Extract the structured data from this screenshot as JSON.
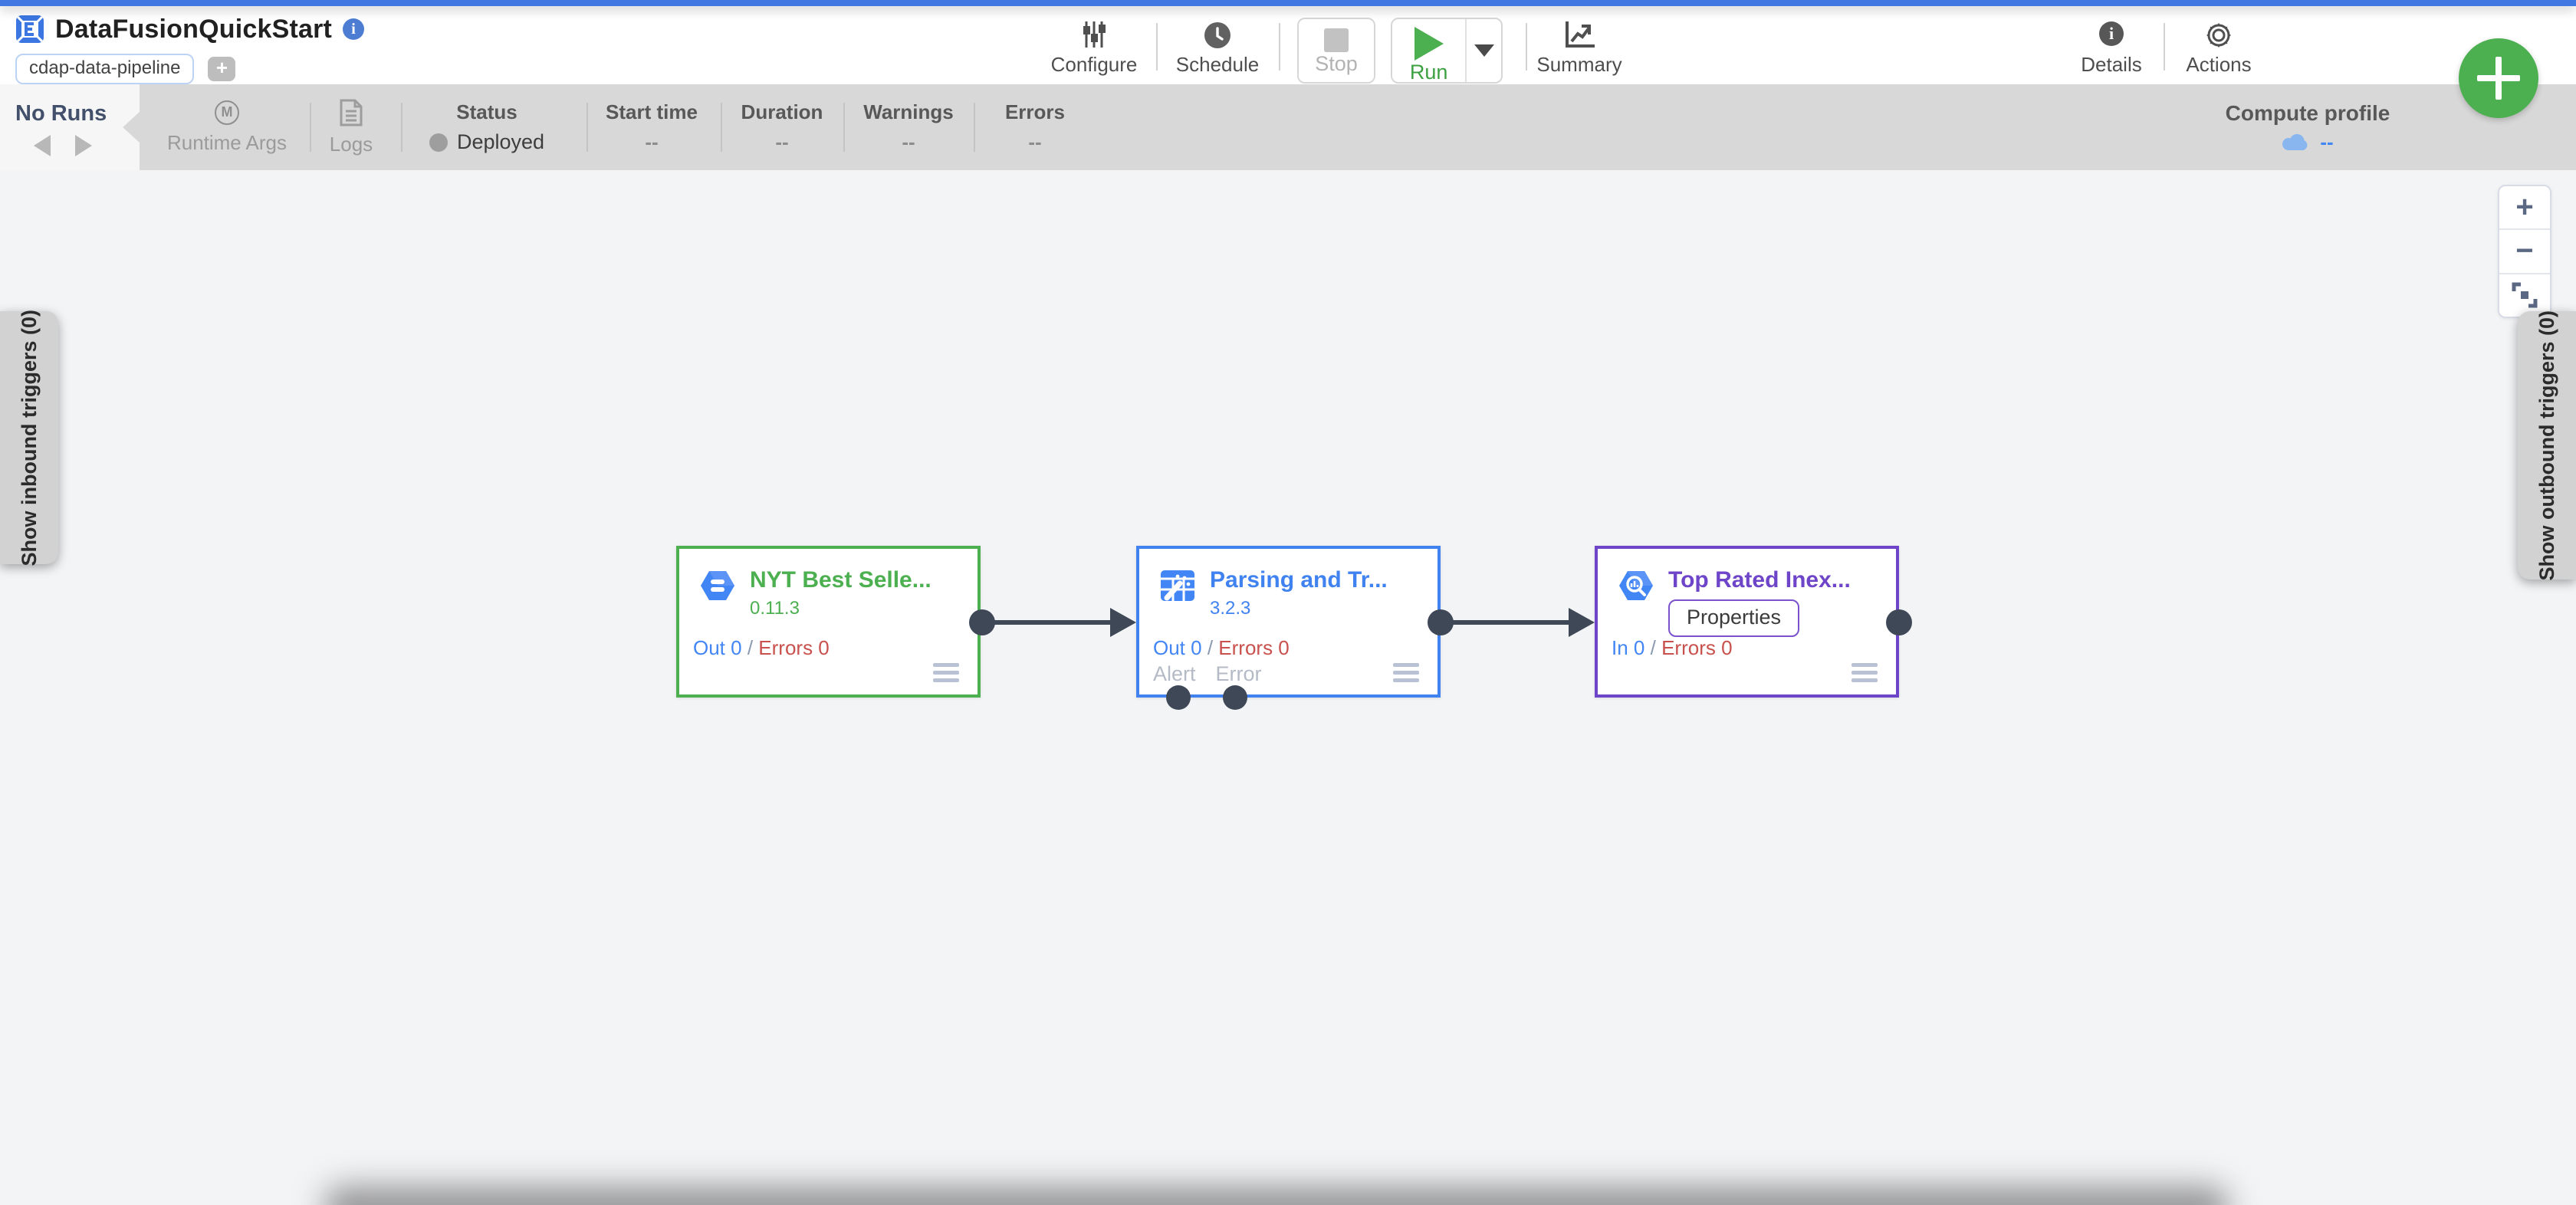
{
  "header": {
    "title": "DataFusionQuickStart",
    "engine_tag": "cdap-data-pipeline",
    "add_tag_label": "+",
    "toolbar": {
      "configure": "Configure",
      "schedule": "Schedule",
      "stop": "Stop",
      "run": "Run",
      "summary": "Summary",
      "details": "Details",
      "actions": "Actions"
    }
  },
  "runs_bar": {
    "no_runs": "No Runs",
    "runtime_args": "Runtime Args",
    "logs": "Logs",
    "status_label": "Status",
    "status_value": "Deployed",
    "metrics": [
      {
        "label": "Start time",
        "value": "--"
      },
      {
        "label": "Duration",
        "value": "--"
      },
      {
        "label": "Warnings",
        "value": "--"
      },
      {
        "label": "Errors",
        "value": "--"
      }
    ],
    "compute_profile_label": "Compute profile",
    "compute_profile_value": "--"
  },
  "canvas": {
    "left_tab": "Show inbound triggers (0)",
    "right_tab": "Show outbound triggers (0)",
    "zoom_in": "+",
    "zoom_out": "−",
    "nodes": [
      {
        "title": "NYT Best Selle...",
        "version": "0.11.3",
        "metric_left": "Out 0",
        "metric_sep": "/",
        "metric_right": "Errors 0",
        "color": "#4caf50",
        "icon": "database-hexagon"
      },
      {
        "title": "Parsing and Tr...",
        "version": "3.2.3",
        "metric_left": "Out 0",
        "metric_sep": "/",
        "metric_right": "Errors 0",
        "alert_label": "Alert",
        "error_label": "Error",
        "color": "#3f82f0",
        "icon": "wrangler-grid-wand"
      },
      {
        "title": "Top Rated Inex...",
        "properties_label": "Properties",
        "metric_left": "In 0",
        "metric_sep": "/",
        "metric_right": "Errors 0",
        "color": "#6e45c8",
        "icon": "bigquery-hexagon"
      }
    ]
  },
  "colors": {
    "top_strip": "#4178e1",
    "accent_blue": "#4285f4",
    "run_green": "#4caf50",
    "error_red": "#c9514d",
    "bar_gray": "#d8d8d8"
  }
}
